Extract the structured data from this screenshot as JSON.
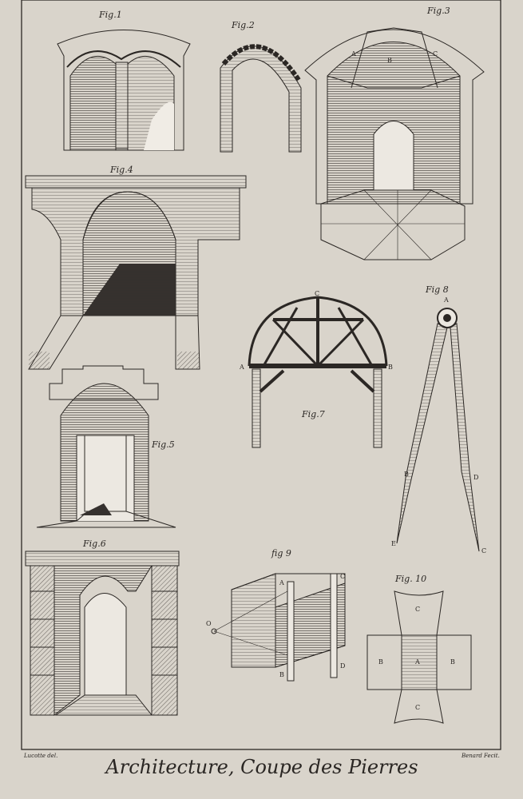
{
  "figures": {
    "fig1": "Fig.1",
    "fig2": "Fig.2",
    "fig3": "Fig.3",
    "fig4": "Fig.4",
    "fig5": "Fig.5",
    "fig6": "Fig.6",
    "fig7": "Fig.7",
    "fig8": "Fig 8",
    "fig9": "fig 9",
    "fig10": "Fig. 10"
  },
  "letters": {
    "A": "A",
    "B": "B",
    "C": "C",
    "D": "D",
    "E": "E",
    "O": "O"
  },
  "credits": {
    "left": "Lucotte del.",
    "right": "Benard Fecit."
  },
  "title": "Architecture, Coupe des Pierres",
  "colors": {
    "paper": "#d9d4cb",
    "ink": "#2b2724",
    "shade": "#4a4541"
  }
}
